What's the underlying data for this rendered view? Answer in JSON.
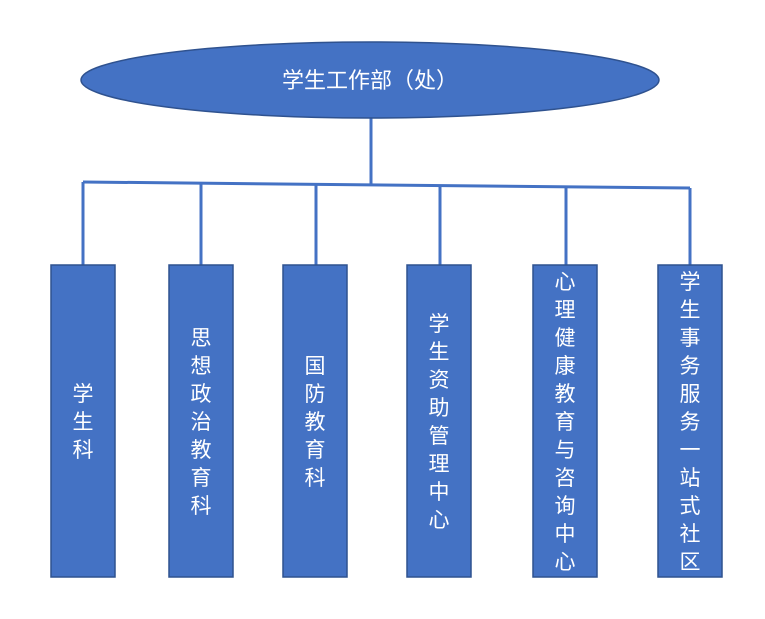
{
  "org_chart": {
    "root": {
      "label": "学生工作部（处）"
    },
    "children": [
      {
        "label": "学生科"
      },
      {
        "label": "思想政治教育科"
      },
      {
        "label": "国防教育科"
      },
      {
        "label": "学生资助管理中心"
      },
      {
        "label": "心理健康教育与咨询中心"
      },
      {
        "label": "学生事务服务一站式社区"
      }
    ]
  },
  "colors": {
    "node_fill": "#4472C4",
    "node_border": "#2F528F",
    "connector": "#4472C4",
    "text": "#FFFFFF"
  }
}
